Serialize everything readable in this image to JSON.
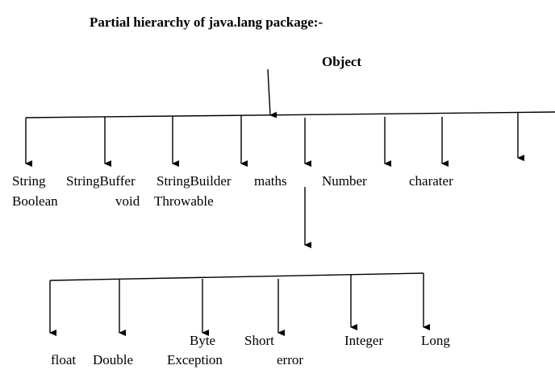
{
  "title": "Partial hierarchy of java.lang package:-",
  "root": "Object",
  "top_row_1": [
    "String",
    "StringBuffer",
    "StringBuilder",
    "maths",
    "Number",
    "charater"
  ],
  "top_row_2": [
    "Boolean",
    "void",
    "Throwable"
  ],
  "bottom_row_1": [
    "Byte",
    "Short",
    "Integer",
    "Long"
  ],
  "bottom_row_2": [
    "float",
    "Double",
    "Exception",
    "error"
  ],
  "colors": {
    "ink": "#000000",
    "background": "#ffffff"
  }
}
